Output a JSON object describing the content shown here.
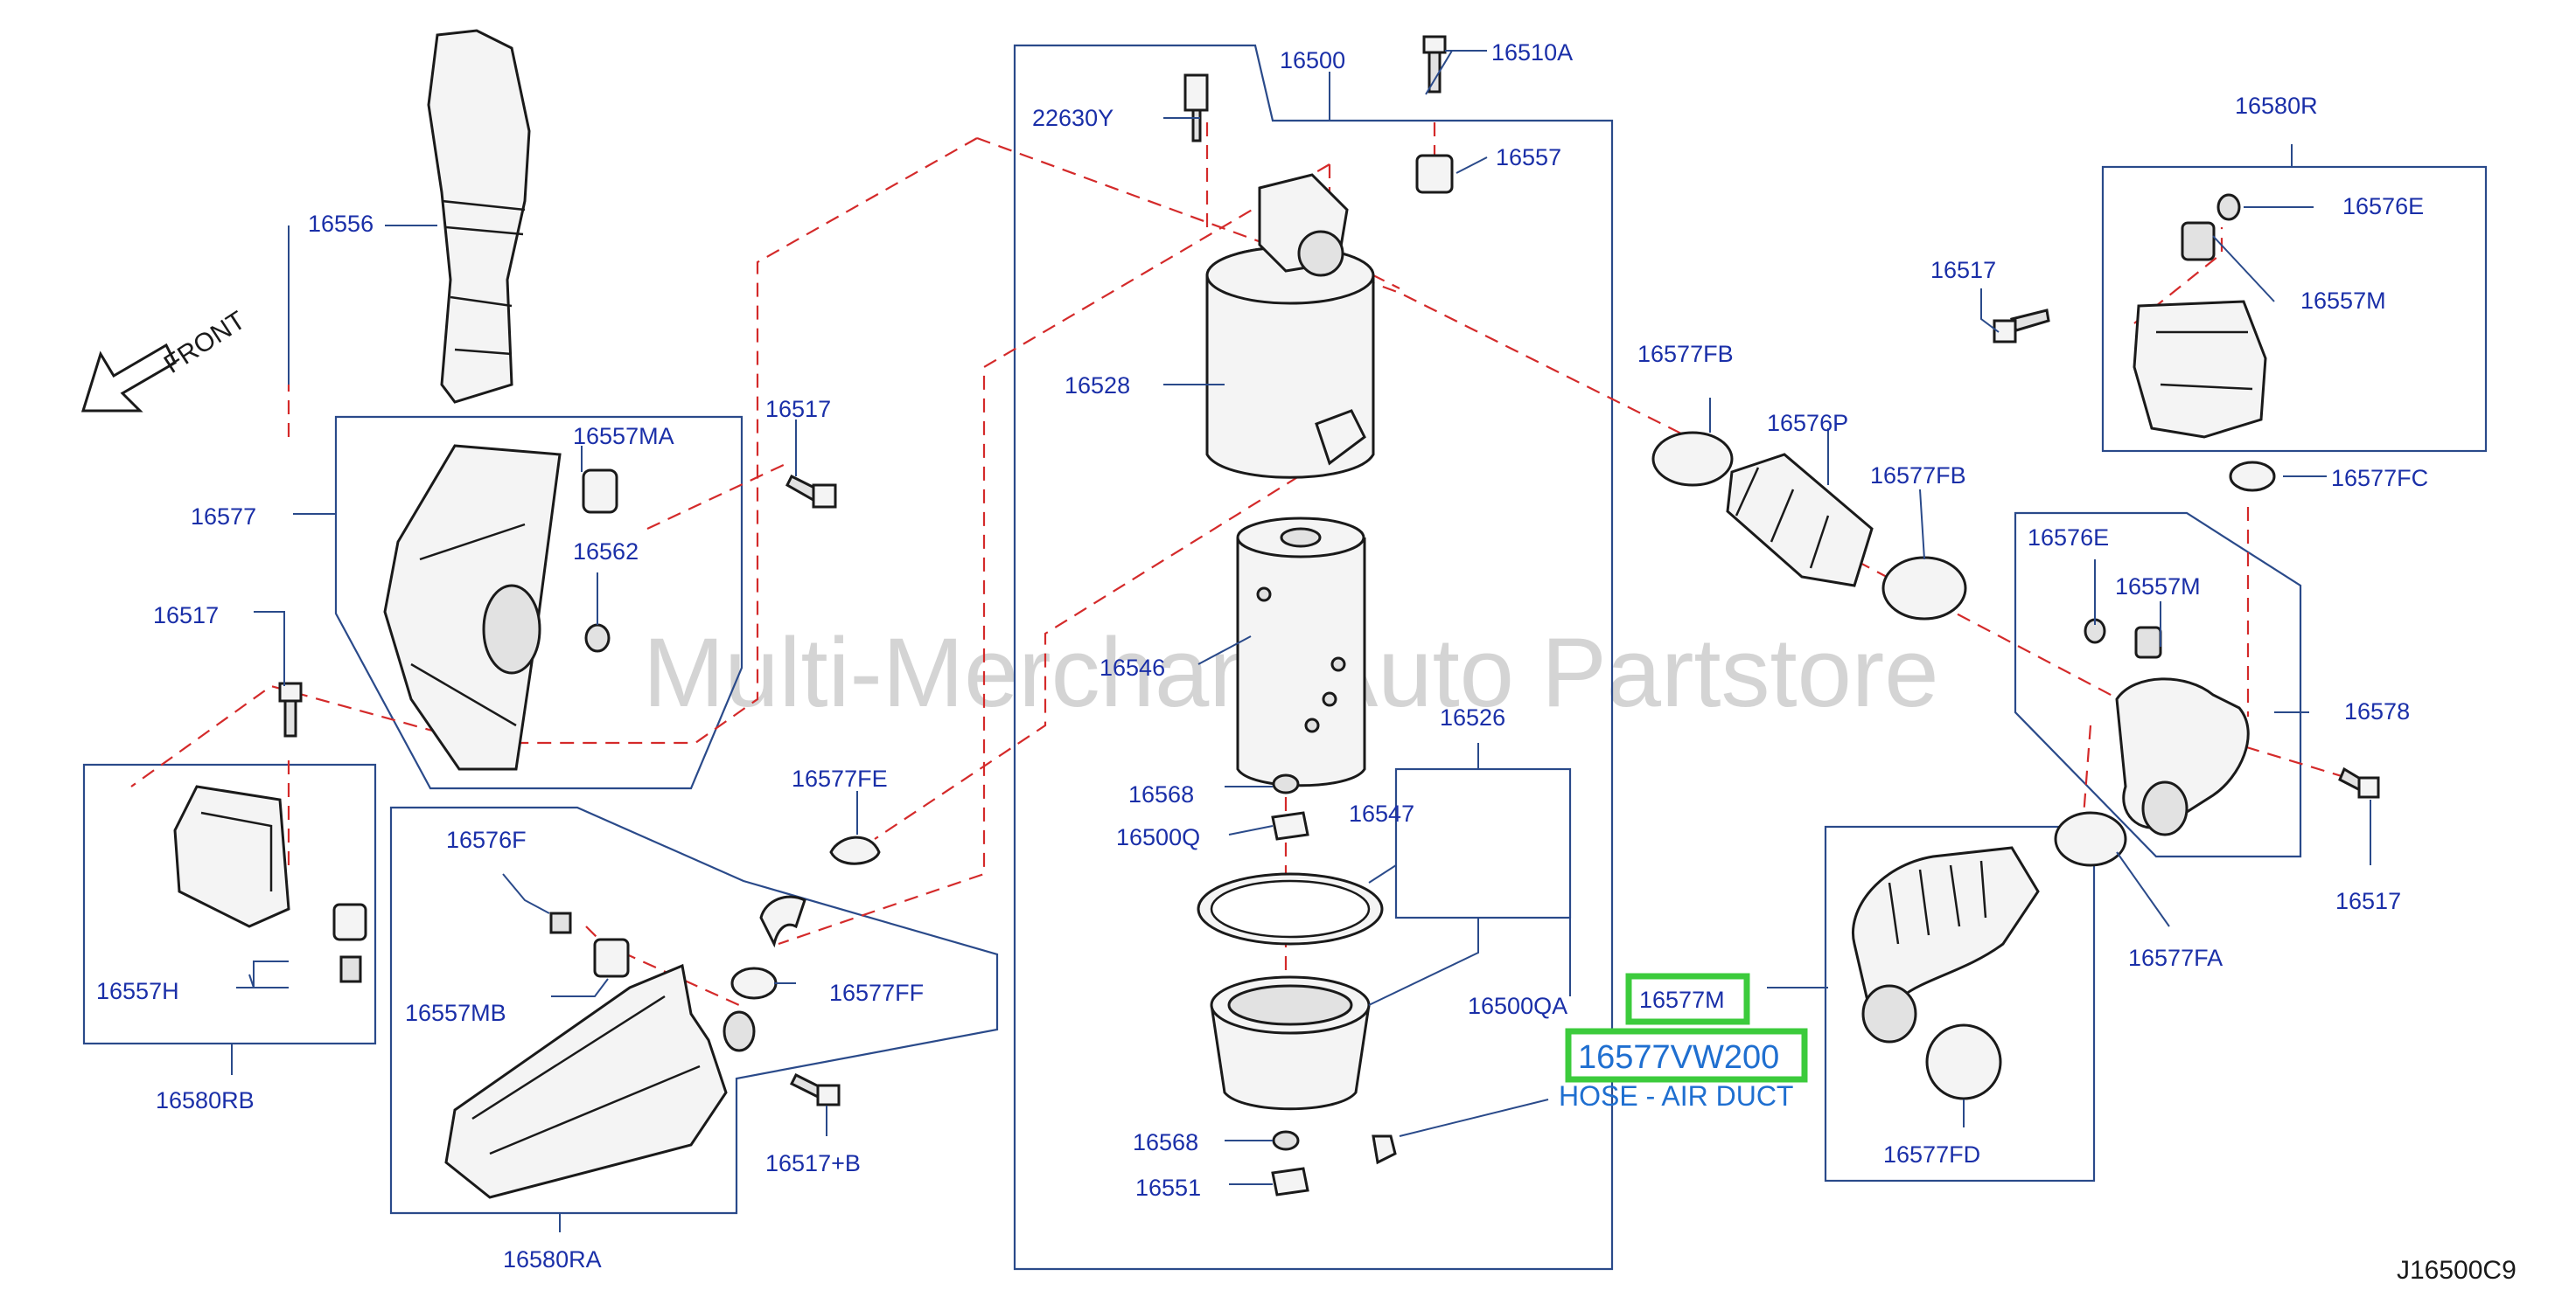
{
  "diagram_code": "J16500C9",
  "watermark": "Multi-Merchant Auto Partstore",
  "front_label": "FRONT",
  "highlight": {
    "part_number": "16577VW200",
    "description": "HOSE - AIR DUCT",
    "callout": "16577M",
    "color": "#3ccb3c"
  },
  "labels": {
    "p16500": "16500",
    "p16510A": "16510A",
    "p22630Y": "22630Y",
    "p16557": "16557",
    "p16580R": "16580R",
    "p16576E_a": "16576E",
    "p16517_a": "16517",
    "p16557M_a": "16557M",
    "p16556": "16556",
    "p16528": "16528",
    "p16577FB_a": "16577FB",
    "p16576P": "16576P",
    "p16577FB_b": "16577FB",
    "p16557MA": "16557MA",
    "p16517_b": "16517",
    "p16577FC": "16577FC",
    "p16577": "16577",
    "p16562": "16562",
    "p16576E_b": "16576E",
    "p16557M_b": "16557M",
    "p16517_c": "16517",
    "p16546": "16546",
    "p16526": "16526",
    "p16578": "16578",
    "p16577FE": "16577FE",
    "p16568_a": "16568",
    "p16547": "16547",
    "p16500Q": "16500Q",
    "p16576F": "16576F",
    "p16517_d": "16517",
    "p16557H": "16557H",
    "p16557MB": "16557MB",
    "p16577FF": "16577FF",
    "p16577FA": "16577FA",
    "p16500QA": "16500QA",
    "p16580RB": "16580RB",
    "p16517B": "16517+B",
    "p16568_b": "16568",
    "p16577FD": "16577FD",
    "p16551": "16551",
    "p16580RA": "16580RA"
  }
}
